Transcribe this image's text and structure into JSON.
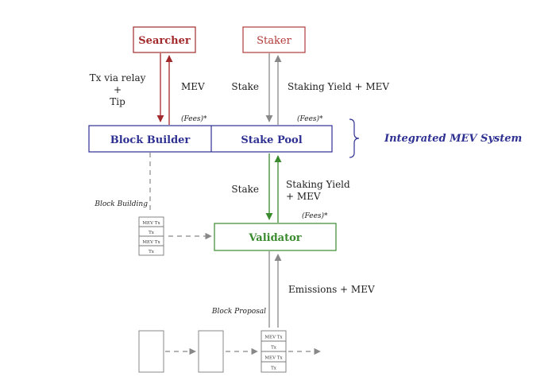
{
  "nodes": {
    "searcher": "Searcher",
    "staker": "Staker",
    "block_builder": "Block Builder",
    "stake_pool": "Stake Pool",
    "validator": "Validator"
  },
  "system_label": "Integrated MEV System",
  "edges": {
    "tx_via_relay_line1": "Tx via relay",
    "tx_via_relay_line2": "+",
    "tx_via_relay_line3": "Tip",
    "mev": "MEV",
    "stake_top": "Stake",
    "staking_yield_mev": "Staking Yield + MEV",
    "fees_left": "(Fees)*",
    "fees_right": "(Fees)*",
    "stake_mid": "Stake",
    "staking_yield_line1": "Staking Yield",
    "staking_yield_line2": "+ MEV",
    "fees_validator": "(Fees)*",
    "emissions_mev": "Emissions + MEV"
  },
  "annotations": {
    "block_building": "Block Building",
    "block_proposal": "Block Proposal"
  },
  "tx_stack": {
    "rows": [
      "MEV Tx",
      "Tx",
      "MEV Tx",
      "Tx"
    ]
  },
  "colors": {
    "searcher": "#a32a2c",
    "staker": "#b23a3a",
    "pool": "#2e3192",
    "validator": "#3a8a2e",
    "neutral": "#888888",
    "text": "#222222"
  }
}
